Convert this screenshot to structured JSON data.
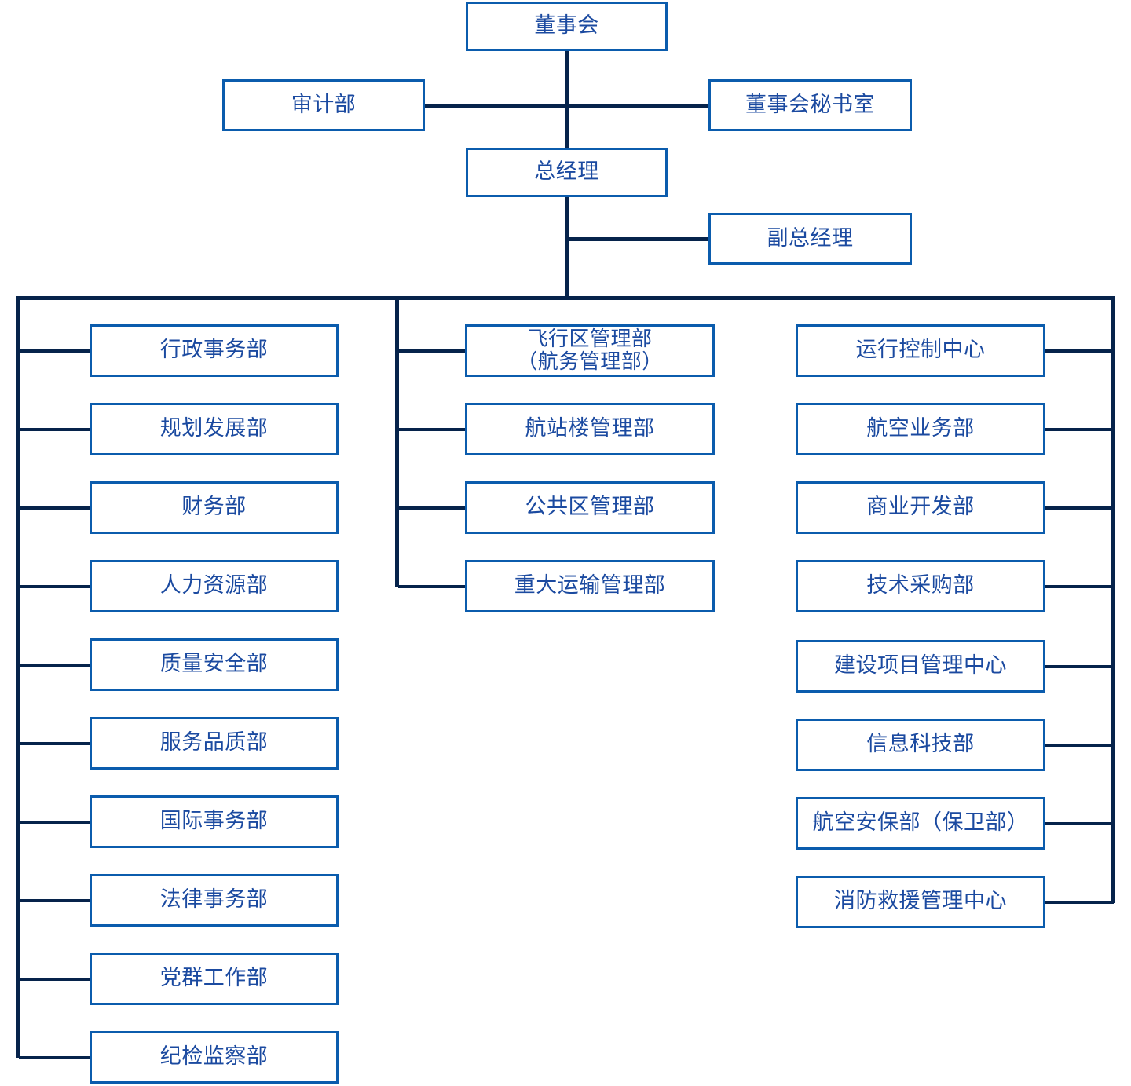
{
  "chart_data": {
    "type": "diagram",
    "title": "",
    "diagram_kind": "organizational-chart",
    "colors": {
      "box_border": "#0B5CAD",
      "text": "#1B4AA0",
      "connector": "#06234B",
      "background": "#FFFFFF"
    },
    "nodes": [
      {
        "id": "board",
        "label": "董事会",
        "level": 0
      },
      {
        "id": "audit",
        "label": "审计部",
        "level": 1
      },
      {
        "id": "board-secretariat",
        "label": "董事会秘书室",
        "level": 1
      },
      {
        "id": "general-manager",
        "label": "总经理",
        "level": 1
      },
      {
        "id": "deputy-general-manager",
        "label": "副总经理",
        "level": 2
      }
    ],
    "edges": [
      {
        "from": "board",
        "to": "audit"
      },
      {
        "from": "board",
        "to": "board-secretariat"
      },
      {
        "from": "board",
        "to": "general-manager"
      },
      {
        "from": "general-manager",
        "to": "deputy-general-manager"
      },
      {
        "from": "general-manager",
        "to": "department-bus"
      }
    ]
  },
  "top": {
    "board": "董事会",
    "audit": "审计部",
    "board_secretariat": "董事会秘书室",
    "general_manager": "总经理",
    "deputy_general_manager": "副总经理"
  },
  "columns": {
    "left": {
      "name": "administrative-support-departments",
      "items": [
        {
          "label": "行政事务部"
        },
        {
          "label": "规划发展部"
        },
        {
          "label": "财务部"
        },
        {
          "label": "人力资源部"
        },
        {
          "label": "质量安全部"
        },
        {
          "label": "服务品质部"
        },
        {
          "label": "国际事务部"
        },
        {
          "label": "法律事务部"
        },
        {
          "label": "党群工作部"
        },
        {
          "label": "纪检监察部"
        }
      ]
    },
    "middle": {
      "name": "operations-area-departments",
      "items": [
        {
          "label": "飞行区管理部\n（航务管理部）",
          "lines": 2
        },
        {
          "label": "航站楼管理部"
        },
        {
          "label": "公共区管理部"
        },
        {
          "label": "重大运输管理部"
        }
      ]
    },
    "right": {
      "name": "business-technical-departments",
      "items": [
        {
          "label": "运行控制中心"
        },
        {
          "label": "航空业务部"
        },
        {
          "label": "商业开发部"
        },
        {
          "label": "技术采购部"
        },
        {
          "label": "建设项目管理中心"
        },
        {
          "label": "信息科技部"
        },
        {
          "label": "航空安保部（保卫部）"
        },
        {
          "label": "消防救援管理中心"
        }
      ]
    }
  }
}
